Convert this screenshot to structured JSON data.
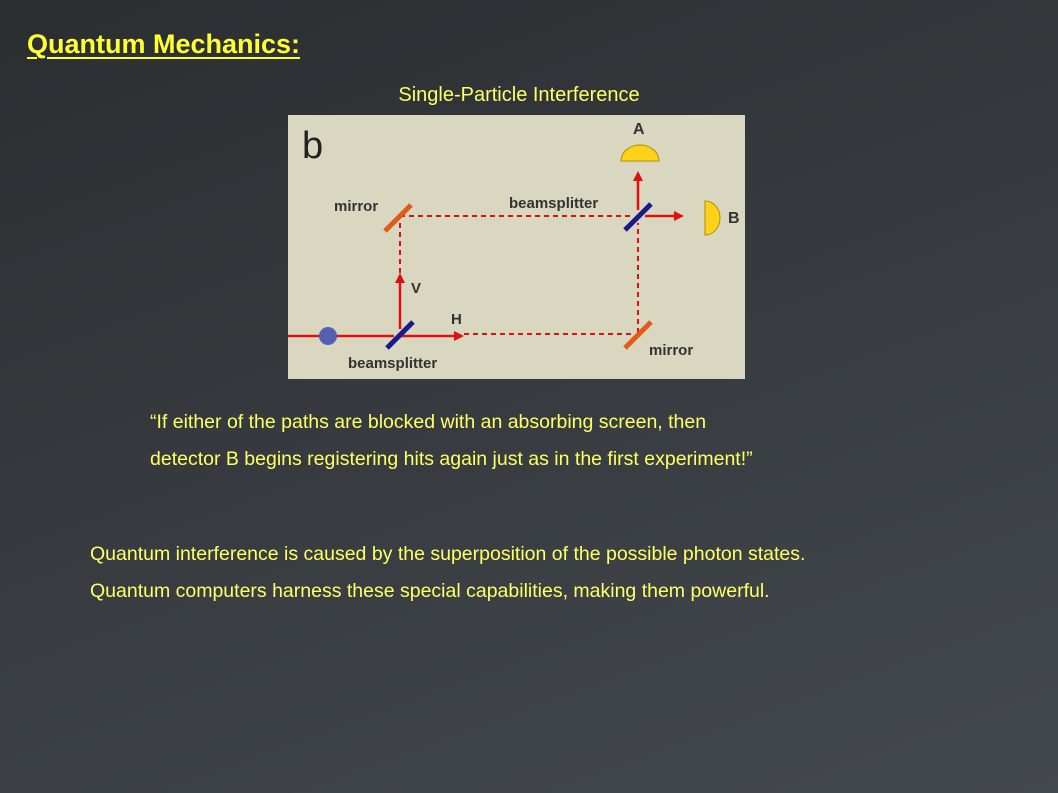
{
  "slide": {
    "title": "Quantum Mechanics:",
    "subtitle": "Single-Particle Interference"
  },
  "figure": {
    "panel_label": "b",
    "labels": {
      "detector_a": "A",
      "detector_b": "B",
      "mirror_top": "mirror",
      "beamsplitter_top": "beamsplitter",
      "path_v": "V",
      "path_h": "H",
      "beamsplitter_bottom": "beamsplitter",
      "mirror_bottom": "mirror"
    },
    "colors": {
      "background": "#d9d7c0",
      "beam": "#dd1111",
      "mirror": "#e05a1a",
      "beamsplitter": "#1a1a8a",
      "detector": "#ffd21a",
      "photon": "#5560b0"
    }
  },
  "quote": {
    "line1": "“If either of the paths are blocked with an absorbing screen, then",
    "line2": "detector B begins registering hits again just as in the first experiment!”"
  },
  "summary": {
    "line1": "Quantum interference is caused by the superposition of the possible photon states.",
    "line2": "Quantum computers harness these special capabilities, making them powerful."
  }
}
